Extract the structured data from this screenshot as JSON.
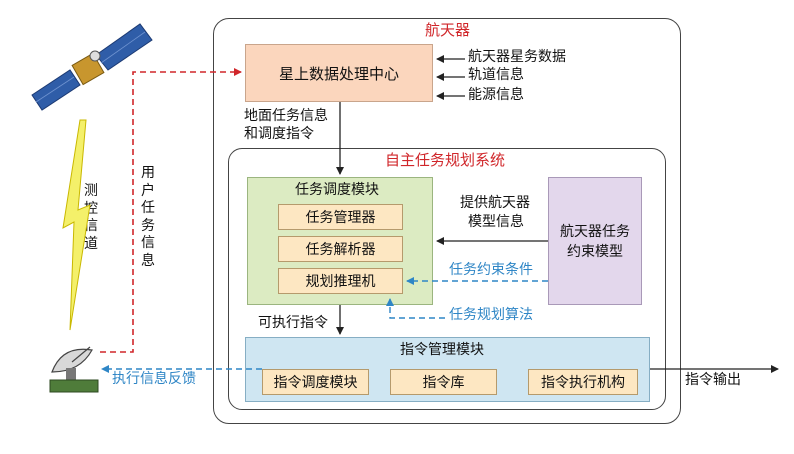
{
  "spacecraft": {
    "title": "航天器"
  },
  "onboard_center": {
    "label": "星上数据处理中心",
    "inputs": [
      "航天器星务数据",
      "轨道信息",
      "能源信息"
    ]
  },
  "ground_to_onboard": {
    "label_line1": "地面任务信息",
    "label_line2": "和调度指令"
  },
  "autonomous_system": {
    "title": "自主任务规划系统"
  },
  "scheduling_module": {
    "title": "任务调度模块",
    "items": [
      "任务管理器",
      "任务解析器",
      "规划推理机"
    ]
  },
  "constraint_model": {
    "label_line1": "航天器任务",
    "label_line2": "约束模型",
    "provide_line1": "提供航天器",
    "provide_line2": "模型信息"
  },
  "constraint_conditions": "任务约束条件",
  "planning_algorithm": "任务规划算法",
  "executable_commands": "可执行指令",
  "command_module": {
    "title": "指令管理模块",
    "items": [
      "指令调度模块",
      "指令库",
      "指令执行机构"
    ]
  },
  "command_output": "指令输出",
  "exec_feedback": "执行信息反馈",
  "tt_channel": "测控信道",
  "user_task_info": "用户任务信息",
  "colors": {
    "onboard_fill": "#fbd6bd",
    "scheduling_fill": "#dcebc2",
    "inner_item_fill": "#fde7c2",
    "constraint_fill": "#e3d7ec",
    "command_fill": "#cfe6f2",
    "red_title": "#d0262a",
    "blue_text": "#2f86c6",
    "dashed_red": "#d0262a"
  }
}
